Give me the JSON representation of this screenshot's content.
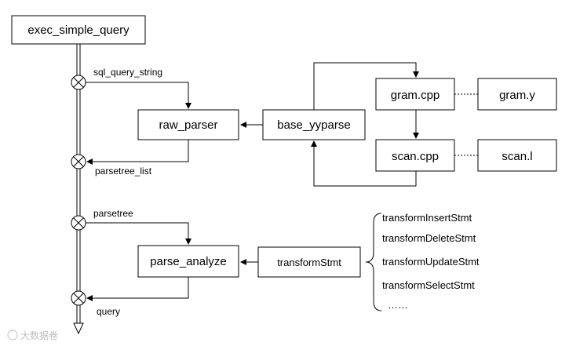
{
  "nodes": {
    "exec": "exec_simple_query",
    "raw_parser": "raw_parser",
    "base_yyparse": "base_yyparse",
    "gram_cpp": "gram.cpp",
    "gram_y": "gram.y",
    "scan_cpp": "scan.cpp",
    "scan_l": "scan.l",
    "parse_analyze": "parse_analyze",
    "transformStmt": "transformStmt"
  },
  "edge_labels": {
    "sql_query_string": "sql_query_string",
    "parsetree_list": "parsetree_list",
    "parsetree": "parsetree",
    "query": "query"
  },
  "transform_list": [
    "transformInsertStmt",
    "transformDeleteStmt",
    "transformUpdateStmt",
    "transformSelectStmt",
    "……"
  ],
  "watermark": "大数据卷"
}
